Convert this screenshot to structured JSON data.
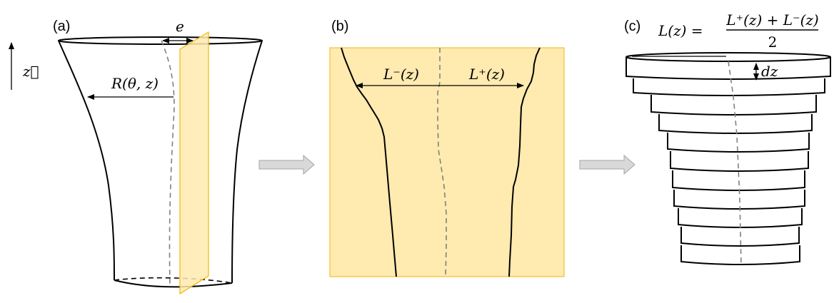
{
  "panels": {
    "a": {
      "label": "(a)",
      "z_axis": "z⃗",
      "radius": "R(θ, z)",
      "eccentricity": "e"
    },
    "b": {
      "label": "(b)",
      "left_width": "L⁻(z)",
      "right_width": "L⁺(z)"
    },
    "c": {
      "label": "(c)",
      "formula_lhs": "L(z) =",
      "formula_num": "L⁺(z) + L⁻(z)",
      "formula_den": "2",
      "slice_height": "dz",
      "slice_count": 11
    }
  },
  "colors": {
    "plane_fill": "#FFEAB0",
    "plane_stroke": "#F2B800",
    "arrow_fill": "#D9D9D9",
    "arrow_stroke": "#A6A6A6",
    "axis_dash": "#808080"
  }
}
